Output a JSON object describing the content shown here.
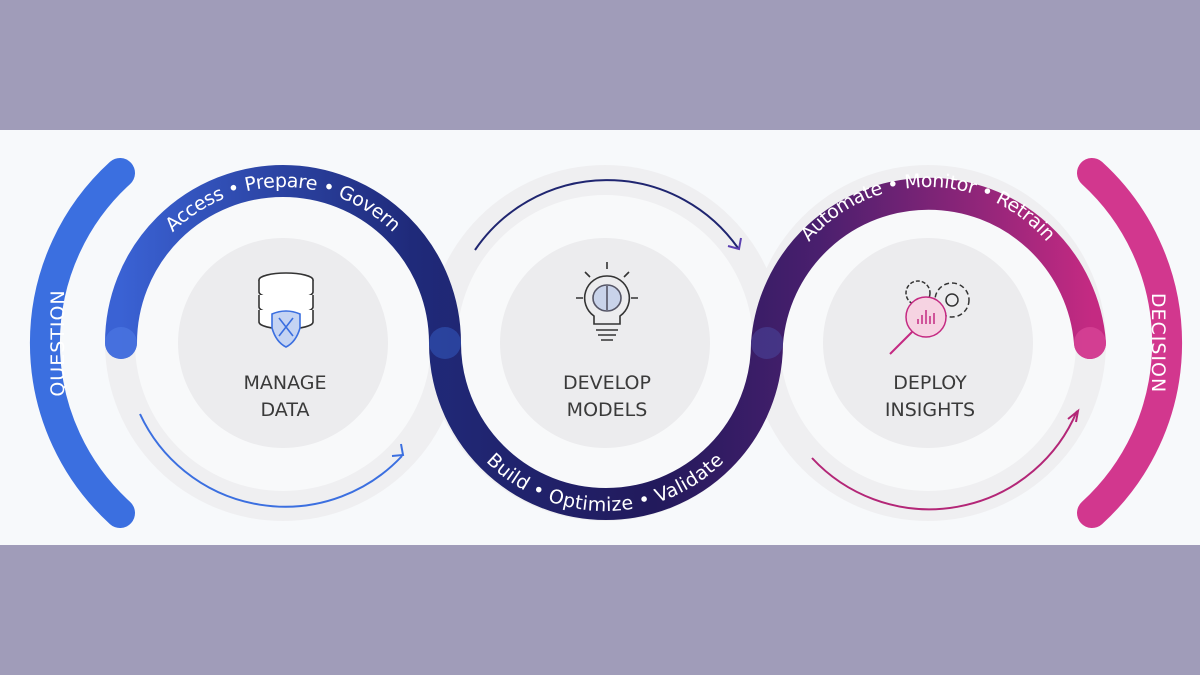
{
  "side_labels": {
    "left": "QUESTION",
    "right": "DECISION"
  },
  "stages": [
    {
      "title_line1": "MANAGE",
      "title_line2": "DATA",
      "steps": "Access • Prepare • Govern",
      "icon": "database-shield-icon"
    },
    {
      "title_line1": "DEVELOP",
      "title_line2": "MODELS",
      "steps": "Build • Optimize • Validate",
      "icon": "lightbulb-brain-icon"
    },
    {
      "title_line1": "DEPLOY",
      "title_line2": "INSIGHTS",
      "steps": "Automate • Monitor • Retrain",
      "icon": "gears-magnifier-icon"
    }
  ],
  "colors": {
    "question": "#3b6fe0",
    "band_start": "#3a62d4",
    "band_mid": "#1f2570",
    "band_purple": "#3a1f6a",
    "band_end": "#c42a82",
    "decision": "#d2378e"
  }
}
